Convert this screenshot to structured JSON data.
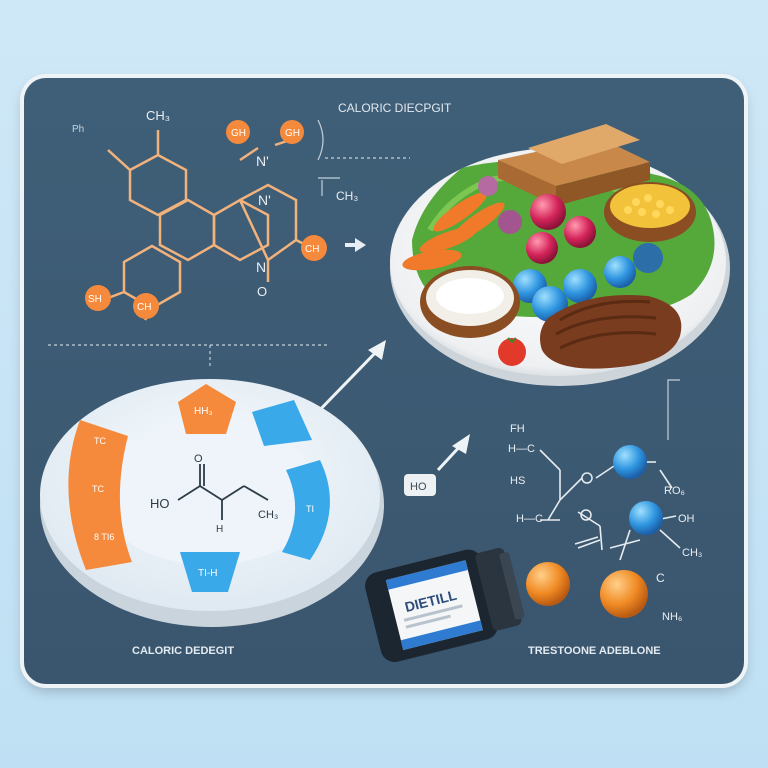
{
  "heading_top": "CALORIC DIECPGIT",
  "caption_left": "CALORIC DEDEGIT",
  "caption_right": "TRESTOONE ADEBLONE",
  "molecule_top": {
    "ch_top": "CH₃",
    "gh1": "GH",
    "gh2": "GH",
    "n1": "N'",
    "n2": "N'",
    "n3": "N",
    "o1": "O",
    "ch_right": "CH",
    "sh": "SH",
    "ch_bottom": "CH",
    "ch_side": "CH₃",
    "ph": "Ph"
  },
  "disc": {
    "pentagon_label": "HH₃",
    "left_arc_labels": [
      "TC",
      "TC",
      "8 TI6"
    ],
    "right_arc_label": "TI",
    "bottom_tag": "TI-H",
    "formula_ho": "HO",
    "formula_o": "O",
    "formula_ch": "CH₃",
    "formula_n": "H"
  },
  "ho_tag": "HO",
  "molecule_right": {
    "fh": "FH",
    "hc": "H—C",
    "hs": "HS",
    "hc2": "H—C",
    "ro": "RO₆",
    "oh": "OH",
    "ch3": "CH₃",
    "c": "C",
    "nh": "NH₆"
  },
  "bottle_label": "DIETILL",
  "colors": {
    "panel": "#3d5b73",
    "orange": "#f58a3c",
    "blue": "#39a9ea",
    "bond": "#f0b27a"
  }
}
